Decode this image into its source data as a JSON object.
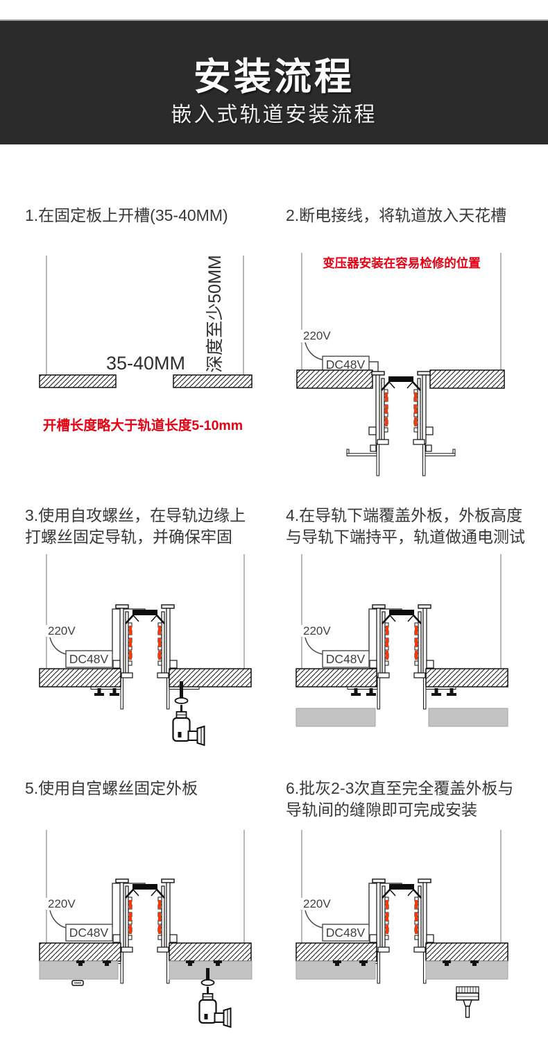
{
  "header": {
    "title": "安装流程",
    "subtitle": "嵌入式轨道安装流程"
  },
  "labels": {
    "voltage": "220V",
    "transformer": "DC48V"
  },
  "steps": [
    {
      "lines": [
        "1.在固定板上开槽(35-40MM)"
      ]
    },
    {
      "lines": [
        "2.断电接线，将轨道放入天花槽"
      ]
    },
    {
      "lines": [
        "3.使用自攻螺丝，在导轨边缘上",
        "打螺丝固定导轨，并确保牢固"
      ]
    },
    {
      "lines": [
        "4.在导轨下端覆盖外板，外板高度",
        "与导轨下端持平，轨道做通电测试"
      ]
    },
    {
      "lines": [
        "5.使用自宫螺丝固定外板"
      ]
    },
    {
      "lines": [
        "6.批灰2-3次直至完全覆盖外板与",
        "导轨间的缝隙即可完成安装"
      ]
    }
  ],
  "diagram1": {
    "slot_width": "35-40MM",
    "depth_note": "深度至少50MM",
    "red_note": "开槽长度略大于轨道长度5-10mm"
  },
  "diagram2": {
    "red_note": "变压器安装在容易检修的位置"
  },
  "colors": {
    "accent_red": "#e60012",
    "track_contact": "#f23b0c",
    "header_bg": "#2b2b2b",
    "panel_gray": "#c3c3c3"
  }
}
